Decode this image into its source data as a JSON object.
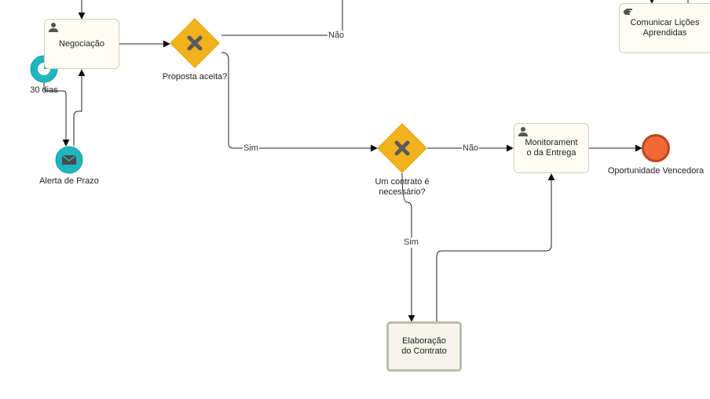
{
  "tasks": {
    "negociacao": "Negociação",
    "monitoramento": "Monitoramento da Entrega",
    "monitoramento_line1": "Monitorament",
    "monitoramento_line2": "o da Entrega",
    "comunicar_line1": "Comunicar Lições",
    "comunicar_line2": "Aprendidas",
    "elaboracao_line1": "Elaboração",
    "elaboracao_line2": "do Contrato"
  },
  "gateways": {
    "proposta": "Proposta aceita?",
    "contrato_line1": "Um contrato é",
    "contrato_line2": "necessário?"
  },
  "events": {
    "timer": "30 dias",
    "message": "Alerta de Prazo",
    "end": "Oportunidade Vencedora"
  },
  "flow_labels": {
    "nao_top": "Não",
    "sim_mid": "Sim",
    "nao_mid": "Não",
    "sim_down": "Sim"
  },
  "colors": {
    "gateway": "#f2b21e",
    "gateway_mark": "#5a5a5a",
    "event_teal": "#1fb6bf",
    "end_event": "#f06a36",
    "end_border": "#b9471f",
    "task_fill": "#fdfdf3"
  },
  "icons": {
    "task_user": "user-icon",
    "task_manual": "hand-icon",
    "timer": "clock-icon",
    "message": "envelope-icon",
    "gateway": "exclusive-x-icon"
  }
}
